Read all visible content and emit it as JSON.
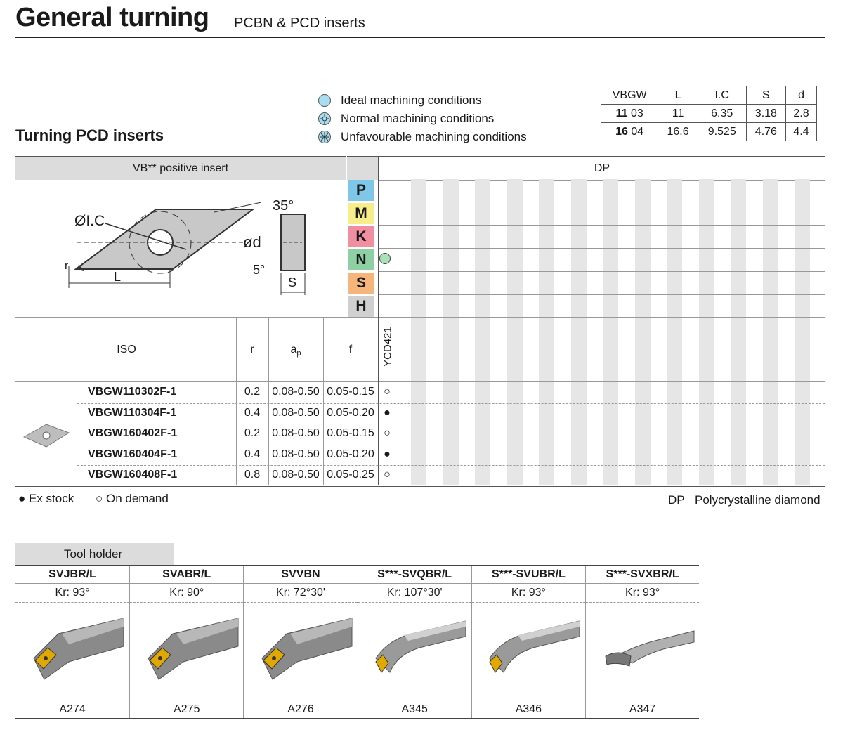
{
  "header": {
    "title": "General turning",
    "subtitle": "PCBN & PCD inserts"
  },
  "section_title": "Turning PCD inserts",
  "legend": [
    {
      "label": "Ideal machining conditions",
      "icon": "ideal-circle-icon",
      "color": "#a8dcf0"
    },
    {
      "label": "Normal machining conditions",
      "icon": "normal-gear-icon",
      "color": "#a8dcf0"
    },
    {
      "label": "Unfavourable machining conditions",
      "icon": "unfavourable-snowflake-icon",
      "color": "#a8dcf0"
    }
  ],
  "dims_table": {
    "headers": [
      "VBGW",
      "L",
      "I.C",
      "S",
      "d"
    ],
    "rows": [
      {
        "code_bold": "11",
        "code": "03",
        "L": "11",
        "IC": "6.35",
        "S": "3.18",
        "d": "2.8"
      },
      {
        "code_bold": "16",
        "code": "04",
        "L": "16.6",
        "IC": "9.525",
        "S": "4.76",
        "d": "4.4"
      }
    ]
  },
  "insert_header": "VB** positive insert",
  "grade_header": "DP",
  "diagram": {
    "ic": "ØI.C",
    "angle": "35°",
    "d": "ød",
    "clearance": "5°",
    "s": "S",
    "l": "L",
    "r": "r"
  },
  "materials": [
    {
      "letter": "P",
      "color": "#7fc7e8"
    },
    {
      "letter": "M",
      "color": "#f7ed8a"
    },
    {
      "letter": "K",
      "color": "#f08fa0"
    },
    {
      "letter": "N",
      "color": "#8fcfa4"
    },
    {
      "letter": "S",
      "color": "#f6b57a"
    },
    {
      "letter": "H",
      "color": "#d0d0d0"
    }
  ],
  "material_N_mark": "ideal",
  "table": {
    "col_headers": {
      "iso": "ISO",
      "r": "r",
      "ap": "a",
      "ap_sub": "p",
      "f": "f"
    },
    "grade": "YCD421",
    "rows": [
      {
        "code": "VBGW110302F-1",
        "r": "0.2",
        "ap": "0.08-0.50",
        "f": "0.05-0.15",
        "avail": "○"
      },
      {
        "code": "VBGW110304F-1",
        "r": "0.4",
        "ap": "0.08-0.50",
        "f": "0.05-0.20",
        "avail": "●"
      },
      {
        "code": "VBGW160402F-1",
        "r": "0.2",
        "ap": "0.08-0.50",
        "f": "0.05-0.15",
        "avail": "○"
      },
      {
        "code": "VBGW160404F-1",
        "r": "0.4",
        "ap": "0.08-0.50",
        "f": "0.05-0.20",
        "avail": "●"
      },
      {
        "code": "VBGW160408F-1",
        "r": "0.8",
        "ap": "0.08-0.50",
        "f": "0.05-0.25",
        "avail": "○"
      }
    ]
  },
  "footer": {
    "ex_stock": "● Ex stock",
    "on_demand": "○ On demand",
    "dp_abbr": "DP",
    "dp_desc": "Polycrystalline diamond"
  },
  "tool_holder": {
    "title": "Tool holder",
    "items": [
      {
        "name": "SVJBR/L",
        "kr": "Kr: 93°",
        "page": "A274",
        "kind": "external"
      },
      {
        "name": "SVABR/L",
        "kr": "Kr: 90°",
        "page": "A275",
        "kind": "external"
      },
      {
        "name": "SVVBN",
        "kr": "Kr: 72°30'",
        "page": "A276",
        "kind": "external"
      },
      {
        "name": "S***-SVQBR/L",
        "kr": "Kr: 107°30'",
        "page": "A345",
        "kind": "boring"
      },
      {
        "name": "S***-SVUBR/L",
        "kr": "Kr: 93°",
        "page": "A346",
        "kind": "boring"
      },
      {
        "name": "S***-SVXBR/L",
        "kr": "Kr: 93°",
        "page": "A347",
        "kind": "boring-small"
      }
    ]
  }
}
